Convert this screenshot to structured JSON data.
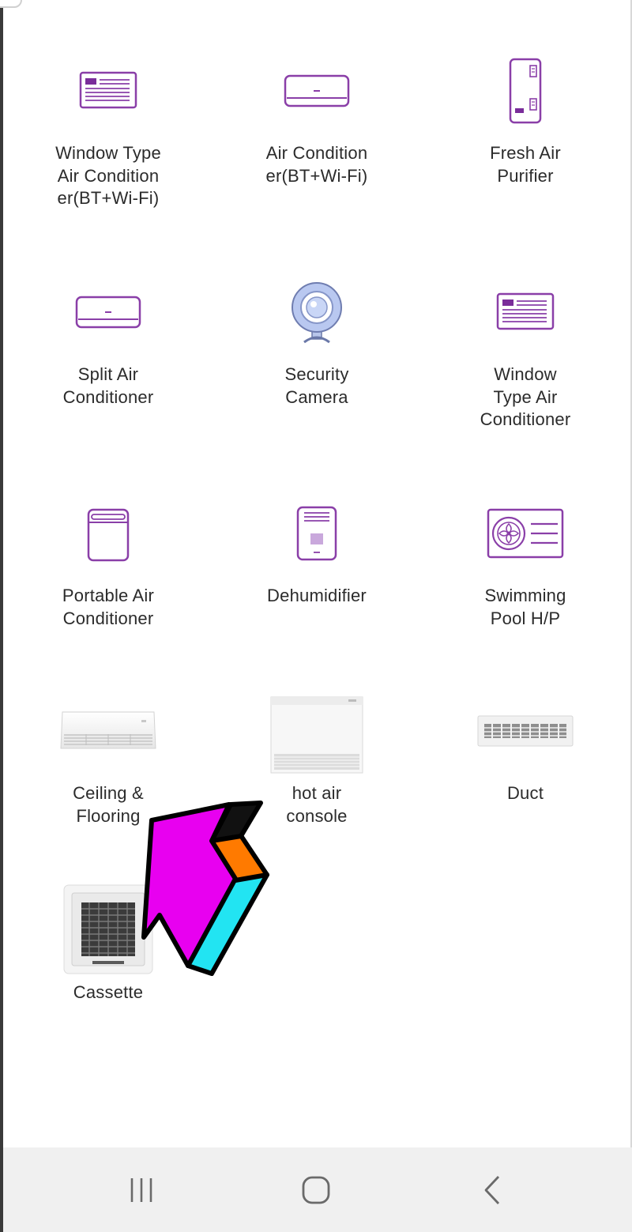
{
  "devices": [
    {
      "label": "Window Type\nAir Condition\ner(BT+Wi-Fi)",
      "icon": "window-ac-icon"
    },
    {
      "label": "Air Condition\ner(BT+Wi-Fi)",
      "icon": "wall-ac-icon"
    },
    {
      "label": "Fresh Air\nPurifier",
      "icon": "fresh-air-purifier-icon"
    },
    {
      "label": "Split Air\nConditioner",
      "icon": "split-ac-icon"
    },
    {
      "label": "Security\nCamera",
      "icon": "security-camera-icon"
    },
    {
      "label": "Window\nType Air\nConditioner",
      "icon": "window-ac-icon"
    },
    {
      "label": "Portable Air\nConditioner",
      "icon": "portable-ac-icon"
    },
    {
      "label": "Dehumidifier",
      "icon": "dehumidifier-icon"
    },
    {
      "label": "Swimming\nPool H/P",
      "icon": "heat-pump-icon"
    },
    {
      "label": "Ceiling &\nFlooring",
      "icon": "ceiling-unit-image"
    },
    {
      "label": "hot air\nconsole",
      "icon": "console-unit-image"
    },
    {
      "label": "Duct",
      "icon": "duct-unit-image"
    },
    {
      "label": "Cassette",
      "icon": "cassette-unit-image"
    }
  ],
  "navbar": {
    "recents": "recent-apps-icon",
    "home": "home-icon",
    "back": "back-icon"
  },
  "colors": {
    "accent": "#8a3fa8",
    "arrow_fill": "#e800f0",
    "arrow_orange": "#ff7a00",
    "arrow_cyan": "#22e4f2",
    "navbar_bg": "#f0f0f0"
  }
}
